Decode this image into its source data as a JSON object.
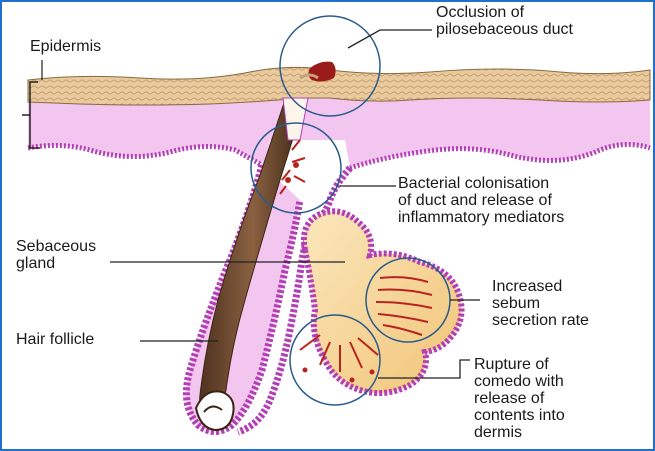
{
  "labels": {
    "epidermis": "Epidermis",
    "occlusion": "Occlusion of\npilosebaceous duct",
    "bacterial": "Bacterial colonisation\nof duct and release of\ninflammatory mediators",
    "sebaceous": "Sebaceous\ngland",
    "increased": "Increased\nsebum\nsecretion rate",
    "hair_follicle": "Hair follicle",
    "rupture": "Rupture of\ncomedo with\nrelease of\ncontents into\ndermis"
  },
  "colors": {
    "frame_border": "#1f6fd1",
    "epidermis_tan": "#e8c79a",
    "dermis_pink": "#f3c6ef",
    "follicle_wall": "#b23fb5",
    "gland_yellow": "#f7d9a0",
    "hair_brown": "#6e4a2e",
    "plug_red": "#9b1b1b",
    "circle_outline": "#2a5b8c"
  }
}
